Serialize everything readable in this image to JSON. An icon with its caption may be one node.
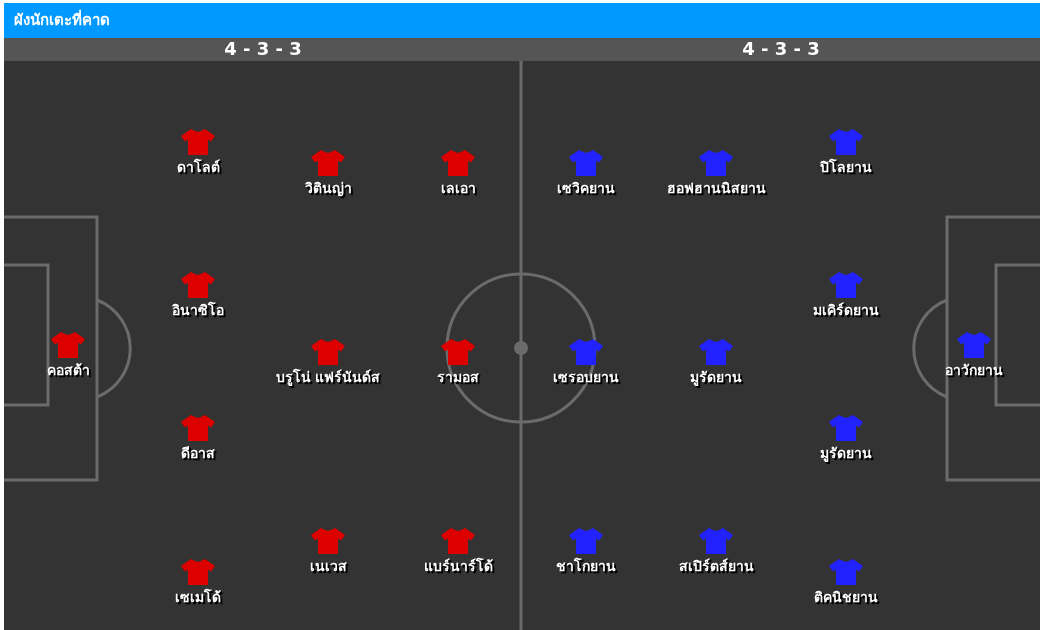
{
  "diagram": {
    "title": "ผังนักเตะที่คาด",
    "labels": [
      "4 - 3 - 3",
      "4 - 3 - 3",
      "คอสต้า",
      "ดาโลต์",
      "อินาซิโอ",
      "ดีอาส",
      "เซเมโด้",
      "วิตินญ่า",
      "บรูโน่ แฟร์นันด์ส",
      "เนเวส",
      "เลเอา",
      "รามอส",
      "แบร์นาร์โด้",
      "เซวิคยาน",
      "เซรอบยาน",
      "ชาโกยาน",
      "ฮอฟฮานนิสยาน",
      "มูรัดยาน",
      "สเปิร์ตส์ยาน",
      "ปิโลยาน",
      "มเคิร์ดยาน",
      "มูรัดยาน",
      "ติคนิชยาน",
      "อาวักยาน"
    ]
  }
}
